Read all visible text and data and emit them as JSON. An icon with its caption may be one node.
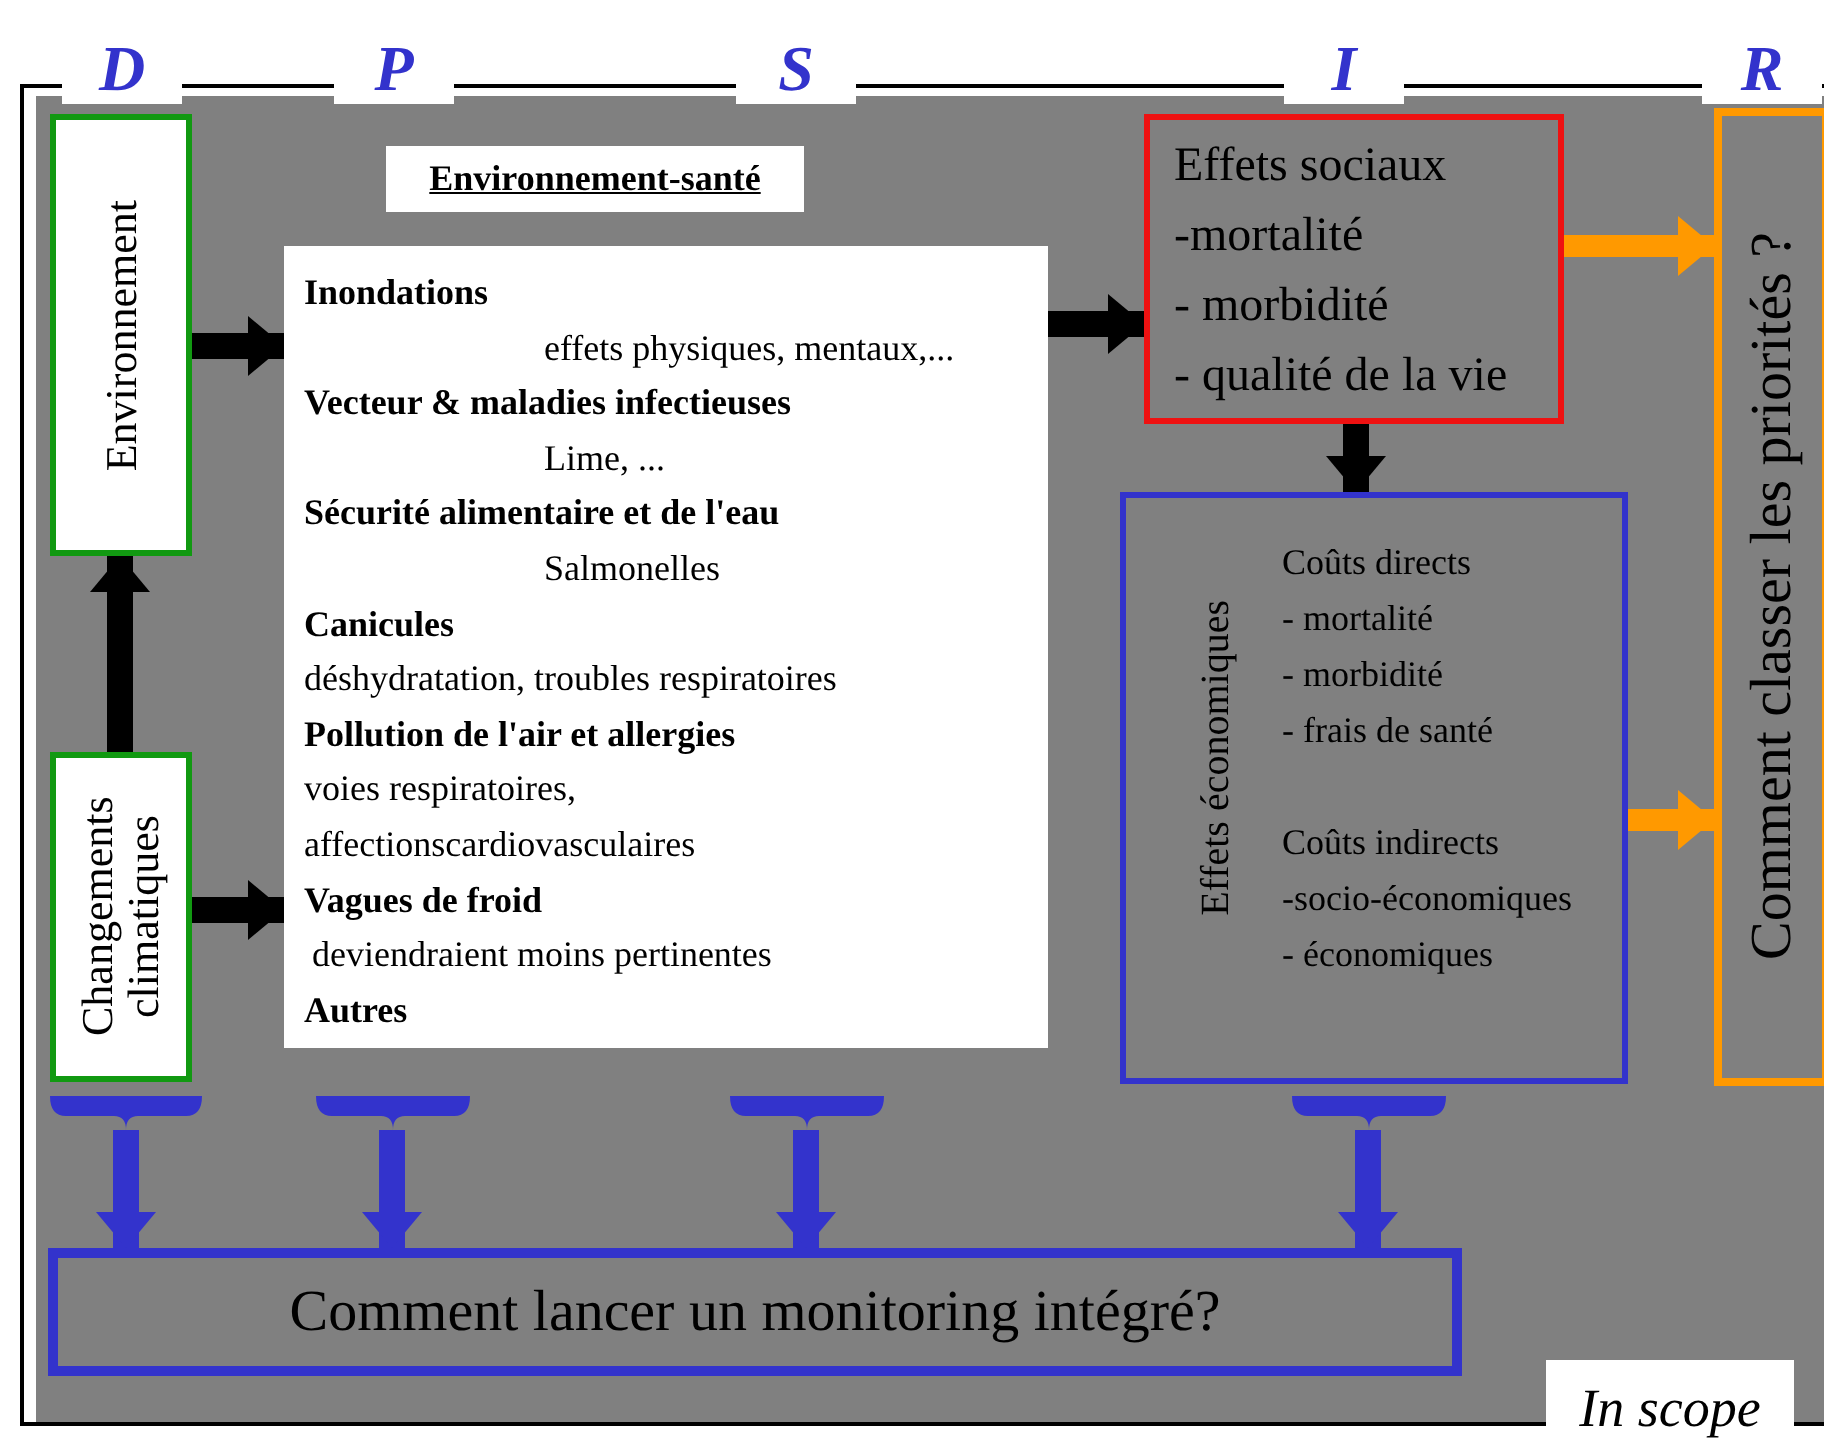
{
  "diagram": {
    "nodes": [
      {
        "text": [
          "Environnement"
        ]
      },
      {
        "text": [
          "Changements climatiques"
        ]
      },
      {
        "text": [
          "Environnement-santé"
        ]
      },
      {
        "text": [
          "Inondations",
          "effets physiques, mentaux,...",
          "Vecteur & maladies infectieuses",
          "Lime, ...",
          "Sécurité alimentaire et de l'eau",
          "Salmonelles",
          "Canicules",
          "déshydratation, troubles respiratoires",
          "Pollution de l'air et allergies",
          "voies respiratoires, affectionscardiovasculaires",
          "Vagues de froid",
          "deviendraient moins pertinentes",
          "Autres"
        ]
      },
      {
        "text": [
          "Effets sociaux",
          "-mortalité",
          "- morbidité",
          "- qualité de la vie"
        ]
      },
      {
        "text": [
          "Effets économiques",
          "Coûts directs",
          "- mortalité",
          "- morbidité",
          "- frais de santé",
          "Coûts indirects",
          "-socio-économiques",
          "- économiques"
        ]
      },
      {
        "text": [
          "Comment classer les priorités ?"
        ]
      },
      {
        "text": [
          "Comment lancer un monitoring intégré?"
        ]
      },
      {
        "text": [],
        "shape": "bracket"
      },
      {
        "text": [],
        "shape": "bracket"
      },
      {
        "text": [],
        "shape": "bracket"
      },
      {
        "text": [],
        "shape": "bracket"
      }
    ],
    "edges": [
      {
        "from": 1,
        "to": 0,
        "arrow": "to"
      },
      {
        "from": 0,
        "to": 3,
        "arrow": "to"
      },
      {
        "from": 1,
        "to": 3,
        "arrow": "to"
      },
      {
        "from": 3,
        "to": 4,
        "arrow": "to"
      },
      {
        "from": 4,
        "to": 5,
        "arrow": "to"
      },
      {
        "from": 4,
        "to": 6,
        "arrow": "to",
        "color": "#ff9900"
      },
      {
        "from": 5,
        "to": 6,
        "arrow": "to",
        "color": "#ff9900"
      },
      {
        "from": 8,
        "to": 7,
        "arrow": "to",
        "color": "#3333cc"
      },
      {
        "from": 9,
        "to": 7,
        "arrow": "to",
        "color": "#3333cc"
      },
      {
        "from": 10,
        "to": 7,
        "arrow": "to",
        "color": "#3333cc"
      },
      {
        "from": 11,
        "to": 7,
        "arrow": "to",
        "color": "#3333cc"
      }
    ],
    "labels": [
      "D",
      "P",
      "S",
      "I",
      "R",
      "In scope"
    ]
  }
}
